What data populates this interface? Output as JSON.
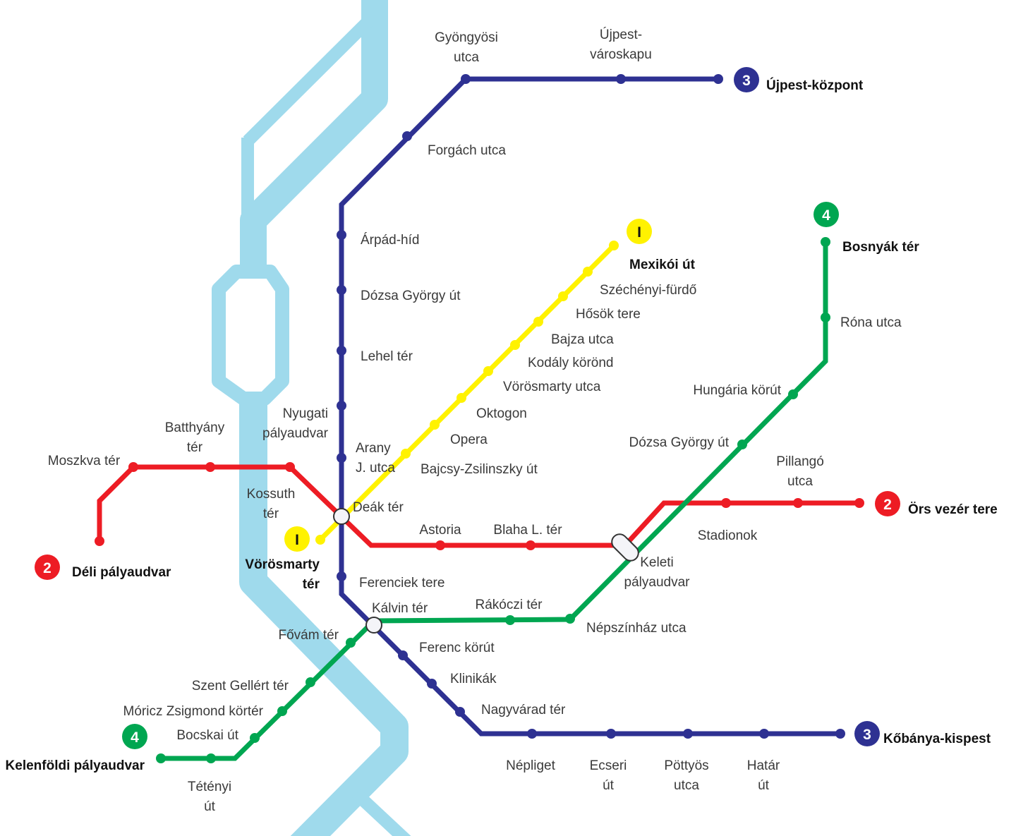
{
  "colors": {
    "river": "#9fdaec",
    "interchange_fill": "#f4f4f8",
    "interchange_stroke": "#333333"
  },
  "lines": {
    "m1": {
      "number": "I",
      "color": "#fff200",
      "badge_text_color": "#111111",
      "stations": [
        {
          "label": [
            "Vörösmarty",
            "tér"
          ]
        },
        {
          "label": [
            "Bajcsy-Zsilinszky út"
          ]
        },
        {
          "label": [
            "Opera"
          ]
        },
        {
          "label": [
            "Oktogon"
          ]
        },
        {
          "label": [
            "Vörösmarty utca"
          ]
        },
        {
          "label": [
            "Kodály körönd"
          ]
        },
        {
          "label": [
            "Bajza utca"
          ]
        },
        {
          "label": [
            "Hősök tere"
          ]
        },
        {
          "label": [
            "Széchényi-fürdő"
          ]
        },
        {
          "label": [
            "Mexikói út"
          ]
        }
      ]
    },
    "m2": {
      "number": "2",
      "color": "#ed1c24",
      "badge_text_color": "#ffffff",
      "stations": [
        {
          "label": [
            "Déli pályaudvar"
          ]
        },
        {
          "label": [
            "Moszkva tér"
          ]
        },
        {
          "label": [
            "Batthyány",
            "tér"
          ]
        },
        {
          "label": [
            "Kossuth",
            "tér"
          ]
        },
        {
          "label": [
            "Astoria"
          ]
        },
        {
          "label": [
            "Blaha L. tér"
          ]
        },
        {
          "label": [
            "Stadionok"
          ]
        },
        {
          "label": [
            "Pillangó",
            "utca"
          ]
        },
        {
          "label": [
            "Örs vezér tere"
          ]
        }
      ]
    },
    "m3": {
      "number": "3",
      "color": "#2e3192",
      "badge_text_color": "#ffffff",
      "stations": [
        {
          "label": [
            "Újpest-központ"
          ]
        },
        {
          "label": [
            "Újpest-",
            "városkapu"
          ]
        },
        {
          "label": [
            "Gyöngyösi",
            "utca"
          ]
        },
        {
          "label": [
            "Forgách utca"
          ]
        },
        {
          "label": [
            "Árpád-híd"
          ]
        },
        {
          "label": [
            "Dózsa György út"
          ]
        },
        {
          "label": [
            "Lehel tér"
          ]
        },
        {
          "label": [
            "Nyugati",
            "pályaudvar"
          ]
        },
        {
          "label": [
            "Arany",
            "J. utca"
          ]
        },
        {
          "label": [
            "Ferenciek tere"
          ]
        },
        {
          "label": [
            "Ferenc körút"
          ]
        },
        {
          "label": [
            "Klinikák"
          ]
        },
        {
          "label": [
            "Nagyvárad tér"
          ]
        },
        {
          "label": [
            "Népliget"
          ]
        },
        {
          "label": [
            "Ecseri",
            "út"
          ]
        },
        {
          "label": [
            "Pöttyös",
            "utca"
          ]
        },
        {
          "label": [
            "Határ",
            "út"
          ]
        },
        {
          "label": [
            "Kőbánya-kispest"
          ]
        }
      ]
    },
    "m4": {
      "number": "4",
      "color": "#00a651",
      "badge_text_color": "#ffffff",
      "stations": [
        {
          "label": [
            "Kelenföldi pályaudvar"
          ]
        },
        {
          "label": [
            "Tétényi",
            "út"
          ]
        },
        {
          "label": [
            "Bocskai út"
          ]
        },
        {
          "label": [
            "Móricz Zsigmond körtér"
          ]
        },
        {
          "label": [
            "Szent Gellért tér"
          ]
        },
        {
          "label": [
            "Fővám tér"
          ]
        },
        {
          "label": [
            "Rákóczi tér"
          ]
        },
        {
          "label": [
            "Népszínház utca"
          ]
        },
        {
          "label": [
            "Dózsa György út"
          ]
        },
        {
          "label": [
            "Hungária körút"
          ]
        },
        {
          "label": [
            "Róna utca"
          ]
        },
        {
          "label": [
            "Bosnyák tér"
          ]
        }
      ]
    }
  },
  "interchanges": [
    {
      "label": [
        "Deák tér"
      ],
      "lines": [
        "m1",
        "m2",
        "m3"
      ]
    },
    {
      "label": [
        "Kálvin tér"
      ],
      "lines": [
        "m3",
        "m4"
      ]
    },
    {
      "label": [
        "Keleti",
        "pályaudvar"
      ],
      "lines": [
        "m2",
        "m4"
      ]
    }
  ]
}
